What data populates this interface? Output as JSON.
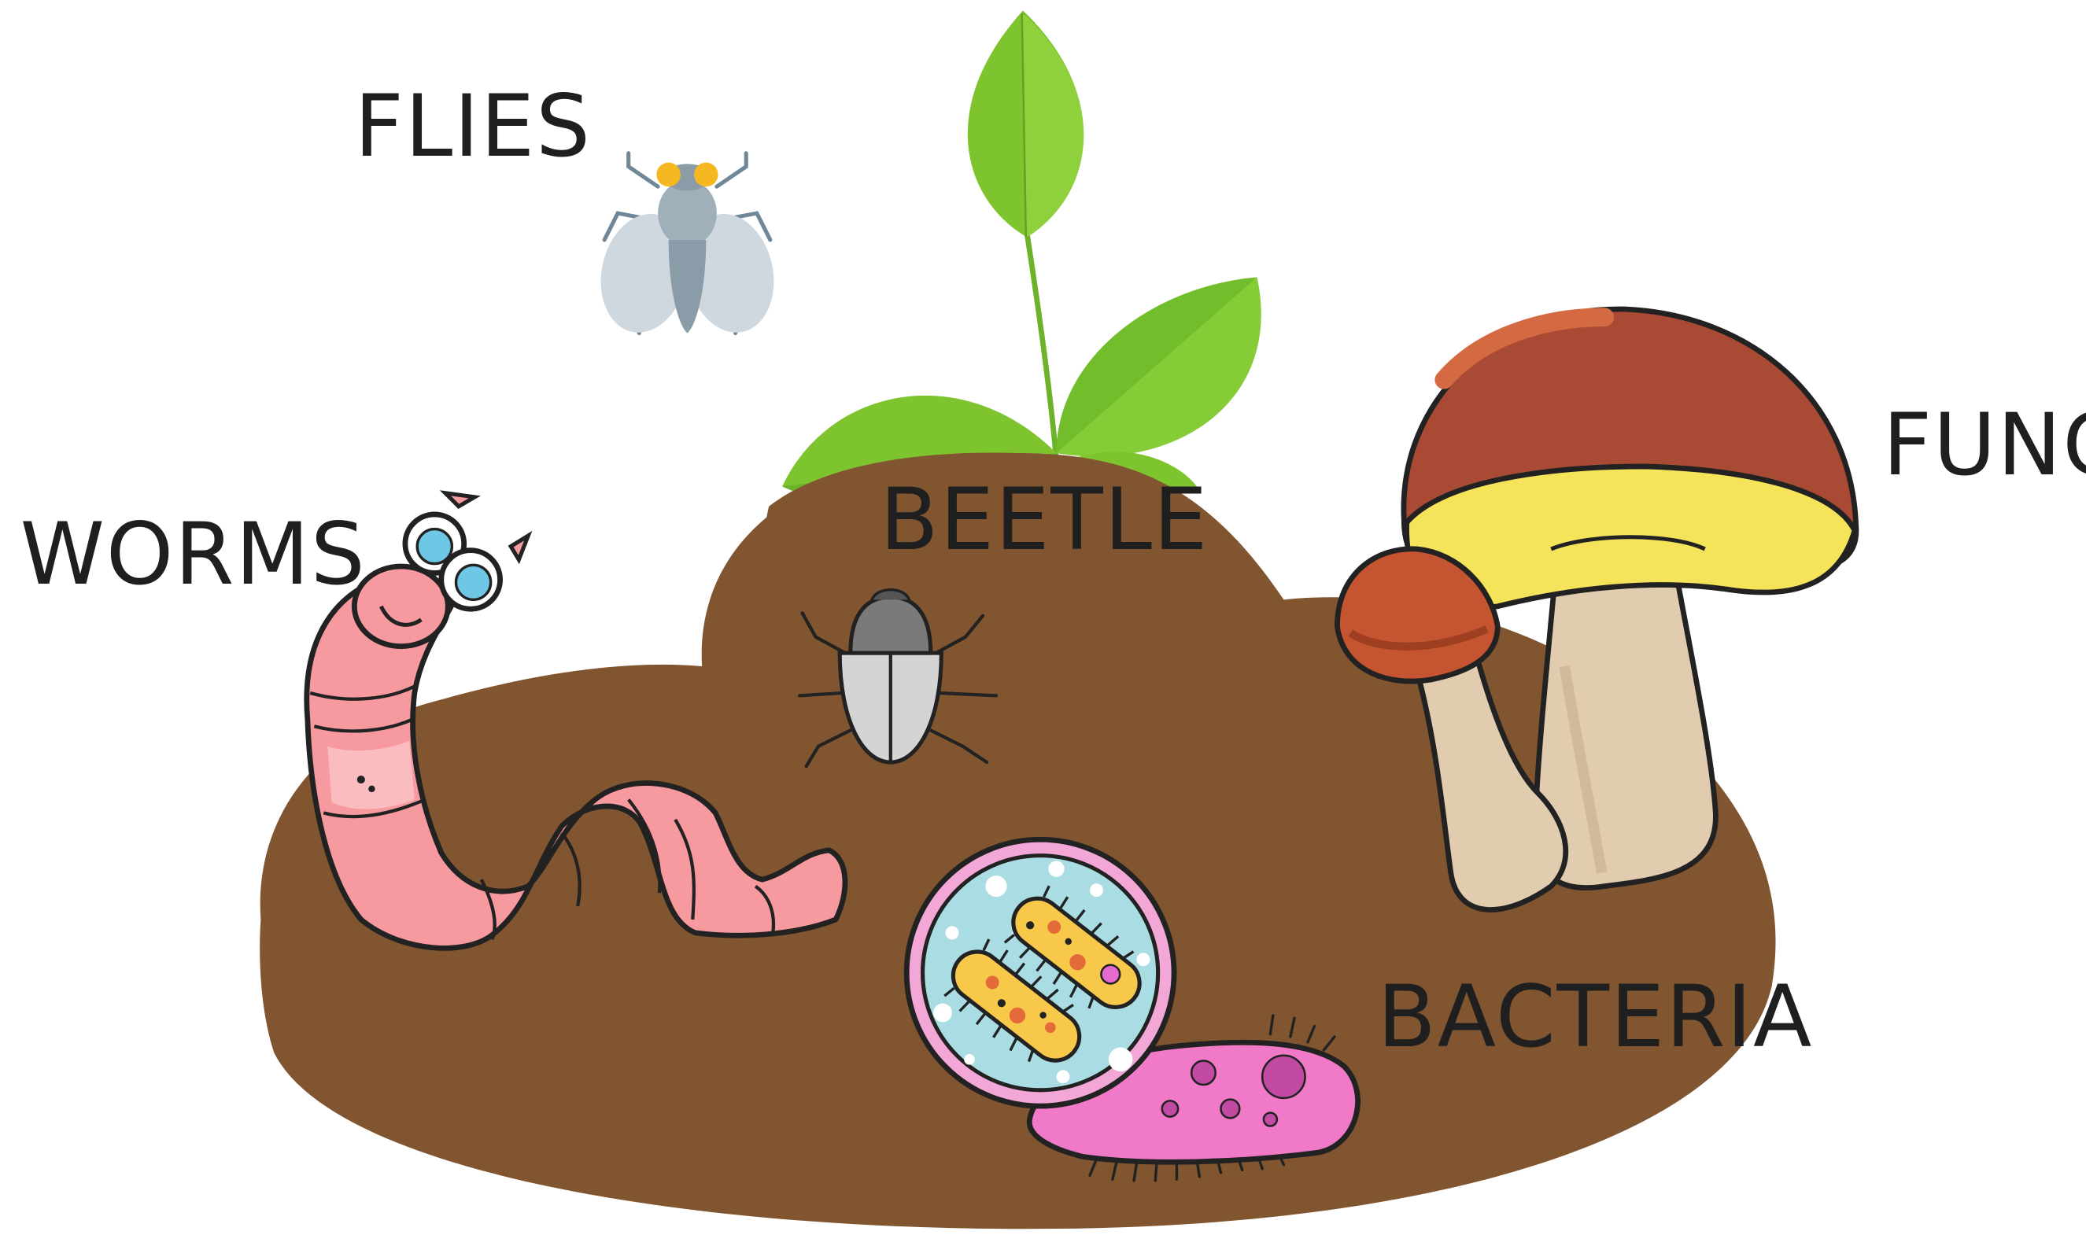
{
  "labels": {
    "flies": "FLIES",
    "worms": "WORMS",
    "beetle": "BEETLE",
    "fungi": "FUNGI",
    "bacteria": "BACTERIA"
  },
  "icons": [
    "fly-icon",
    "plant-icon",
    "worm-icon",
    "beetle-icon",
    "mushroom-icon",
    "bacteria-icon"
  ],
  "colors": {
    "soil": "#815530",
    "leaf": "#7dc42f",
    "worm": "#f79aa0",
    "mushroom_cap": "#a94b34",
    "mushroom_rim": "#f5e45a",
    "mushroom_stem": "#e2ccb0",
    "bacteria_cell": "#f07ac8",
    "lens": "#a9dde3",
    "text": "#1f1f1f"
  }
}
